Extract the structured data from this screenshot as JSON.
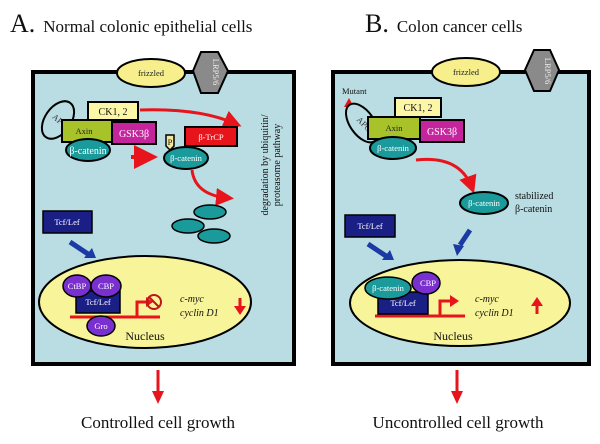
{
  "colors": {
    "cell_fill": "#b9dde3",
    "membrane": "#000000",
    "frizzled": "#f6ef8c",
    "lrp": "#8a8a8a",
    "apc": "#b9dde3",
    "ck1": "#fbf7a6",
    "axin": "#a8c32a",
    "gsk3b": "#c4259c",
    "beta_catenin": "#1a9a9a",
    "btrcp": "#e8141b",
    "phospho": "#f3e79b",
    "tcf": "#1a1f86",
    "cbp": "#7a2fcf",
    "nucleus": "#f8f49a",
    "arrow_red": "#e8141b",
    "arrow_blue": "#1c3aa3"
  },
  "panel_a": {
    "letter": "A.",
    "title": "Normal colonic epithelial cells",
    "frizzled": "frizzled",
    "lrp": "LRP5/6",
    "apc": "APC",
    "ck1": "CK1, 2",
    "axin": "Axin",
    "gsk3b": "GSK3β",
    "beta_catenin_complex": "β-catenin",
    "phospho": "P",
    "btrcp": "β-TrCP",
    "beta_catenin_tagged": "β-catenin",
    "degradation_line1": "degradation by ubiquitin/",
    "degradation_line2": "proteasome pathway",
    "tcf_cyto": "Tcf/Lef",
    "ctbp": "CtBP",
    "cbp": "CBP",
    "tcf_nuc": "Tcf/Lef",
    "gro": "Gro",
    "gene1": "c-myc",
    "gene2": "cyclin D1",
    "nucleus": "Nucleus",
    "outcome": "Controlled cell growth"
  },
  "panel_b": {
    "letter": "B.",
    "title": "Colon cancer cells",
    "frizzled": "frizzled",
    "lrp": "LRP5/6",
    "mutant": "Mutant",
    "apc": "APC",
    "ck1": "CK1, 2",
    "axin": "Axin",
    "gsk3b": "GSK3β",
    "beta_catenin_complex": "β-catenin",
    "beta_catenin_stable": "β-catenin",
    "stabilized_line1": "stabilized",
    "stabilized_line2": "β-catenin",
    "tcf_cyto": "Tcf/Lef",
    "beta_catenin_nuc": "β-catenin",
    "cbp": "CBP",
    "tcf_nuc": "Tcf/Lef",
    "gene1": "c-myc",
    "gene2": "cyclin D1",
    "nucleus": "Nucleus",
    "outcome": "Uncontrolled cell growth"
  }
}
